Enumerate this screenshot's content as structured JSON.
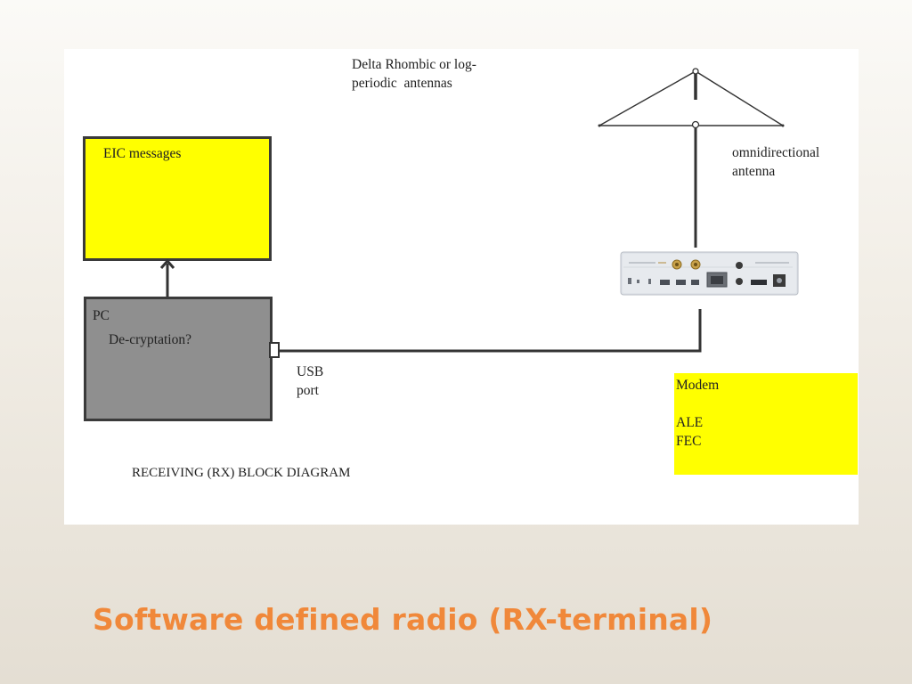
{
  "diagram": {
    "antenna_caption": "Delta Rhombic or log-\nperiodic  antennas",
    "omni_caption": "omnidirectional\nantenna",
    "eic_box": {
      "label": "EIC messages"
    },
    "pc_box": {
      "title": "PC",
      "subtitle": "De-cryptation?"
    },
    "usb_caption": "USB\nport",
    "modem_box": {
      "label": "Modem\n\nALE\nFEC"
    },
    "footer_caption": "RECEIVING (RX) BLOCK DIAGRAM"
  },
  "slide": {
    "title": "Software defined radio (RX-terminal)",
    "title_color": "#f0883a",
    "highlight_color": "#ffff00",
    "pc_color": "#8f8f8f"
  }
}
